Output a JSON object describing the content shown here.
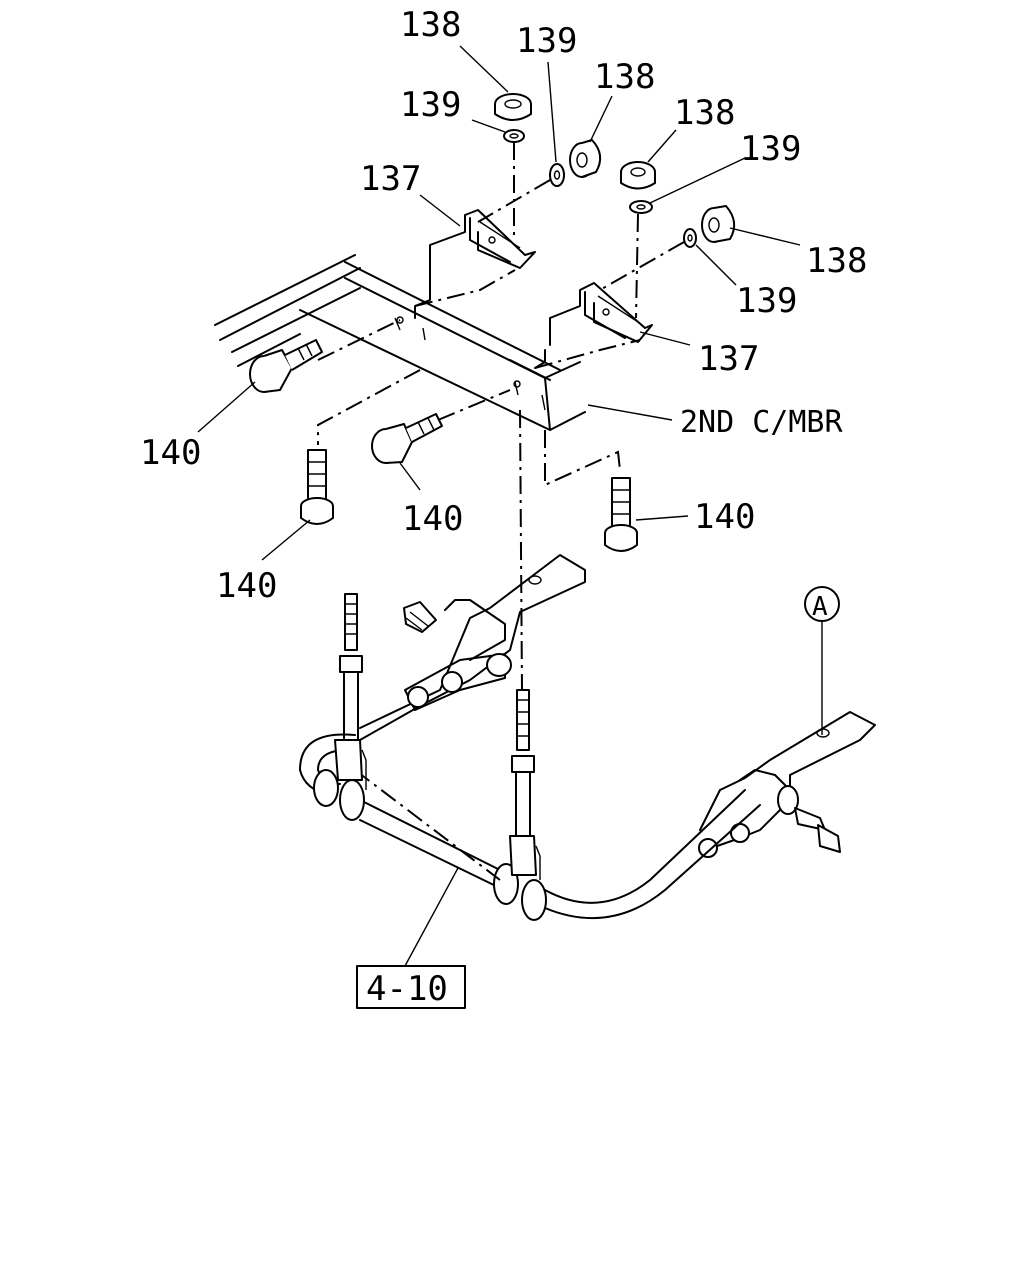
{
  "callouts": {
    "c138a": "138",
    "c139a": "139",
    "c139b": "139",
    "c138b": "138",
    "c138c": "138",
    "c137a": "137",
    "c139c": "139",
    "c138d": "138",
    "c139d": "139",
    "c137b": "137",
    "c140a": "140",
    "c140b": "140",
    "c140c": "140",
    "c140d": "140",
    "member": "2ND C/MBR",
    "reference": "4-10",
    "marker": "A"
  }
}
